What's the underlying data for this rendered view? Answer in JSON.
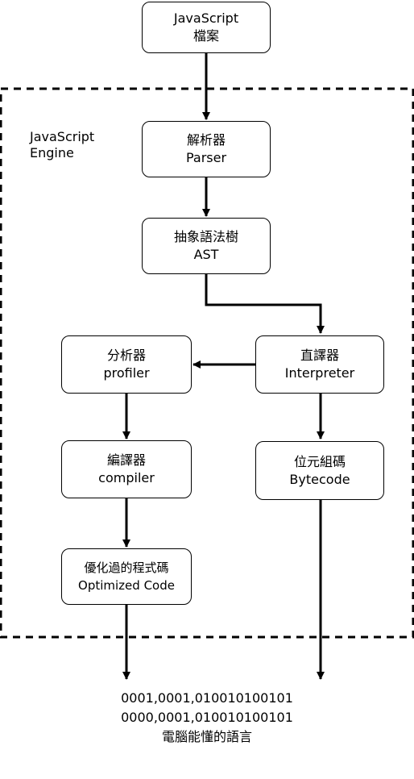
{
  "engine_label": [
    "JavaScript",
    "Engine"
  ],
  "nodes": {
    "js_file": [
      "JavaScript",
      "檔案"
    ],
    "parser": [
      "解析器",
      "Parser"
    ],
    "ast": [
      "抽象語法樹",
      "AST"
    ],
    "interpreter": [
      "直譯器",
      "Interpreter"
    ],
    "profiler": [
      "分析器",
      "profiler"
    ],
    "compiler": [
      "編譯器",
      "compiler"
    ],
    "bytecode": [
      "位元組碼",
      "Bytecode"
    ],
    "optimized": [
      "優化過的程式碼",
      "Optimized Code"
    ]
  },
  "output": [
    "0001,0001,010010100101",
    "0000,0001,010010100101",
    "電腦能懂的語言"
  ]
}
